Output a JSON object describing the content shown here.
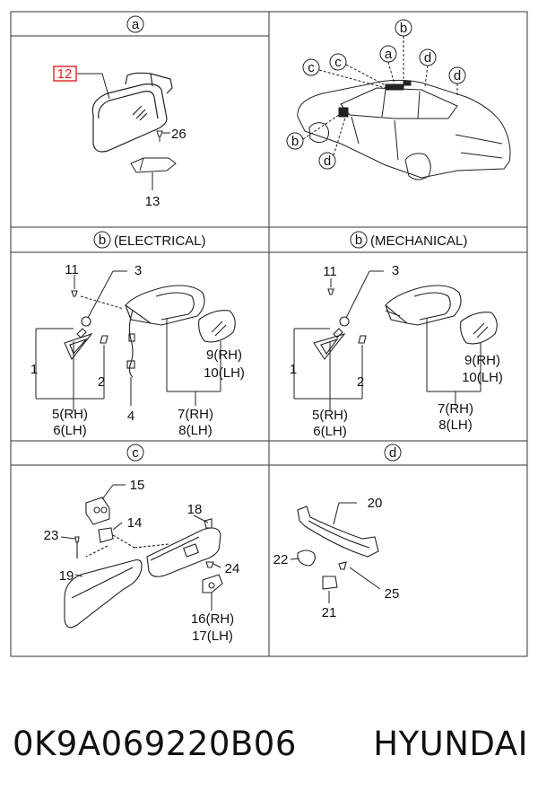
{
  "panels": {
    "a": {
      "circle": "a"
    },
    "b_elec": {
      "circle": "b",
      "title": "(ELECTRICAL)"
    },
    "b_mech": {
      "circle": "b",
      "title": "(MECHANICAL)"
    },
    "c": {
      "circle": "c"
    },
    "d": {
      "circle": "d"
    }
  },
  "labels": {
    "n12": "12",
    "n26": "26",
    "n13": "13",
    "car_a": "a",
    "car_b1": "b",
    "car_b2": "b",
    "car_c1": "c",
    "car_c2": "c",
    "car_d1": "d",
    "car_d2": "d",
    "car_d3": "d",
    "e11": "11",
    "e3": "3",
    "e9": "9(RH)",
    "e10": "10(LH)",
    "e1": "1",
    "e2": "2",
    "e5": "5(RH)",
    "e6": "6(LH)",
    "e4": "4",
    "e7": "7(RH)",
    "e8": "8(LH)",
    "m11": "11",
    "m3": "3",
    "m9": "9(RH)",
    "m10": "10(LH)",
    "m1": "1",
    "m2": "2",
    "m5": "5(RH)",
    "m6": "6(LH)",
    "m7": "7(RH)",
    "m8": "8(LH)",
    "c15": "15",
    "c14": "14",
    "c23": "23",
    "c18": "18",
    "c19": "19",
    "c24": "24",
    "c16": "16(RH)",
    "c17": "17(LH)",
    "d20": "20",
    "d22": "22",
    "d25": "25",
    "d21": "21"
  },
  "caption": {
    "part_number": "0K9A069220B06",
    "brand": "HYUNDAI"
  },
  "colors": {
    "highlight": "#e02020",
    "line": "#222222"
  }
}
